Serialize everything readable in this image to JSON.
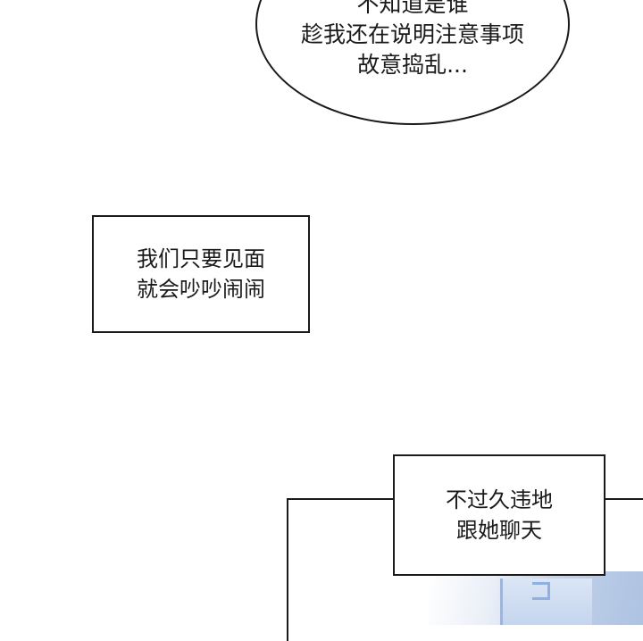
{
  "speech_bubble": {
    "lines": [
      "不知道是谁",
      "趁我还在说明注意事项",
      "故意捣乱..."
    ]
  },
  "caption_1": {
    "lines": [
      "我们只要见面",
      "就会吵吵闹闹"
    ]
  },
  "caption_2": {
    "lines": [
      "不过久违地",
      "跟她聊天"
    ]
  },
  "colors": {
    "background": "#ffffff",
    "ink": "#1a1a1a",
    "scene_tint": "#c8d6ee"
  }
}
